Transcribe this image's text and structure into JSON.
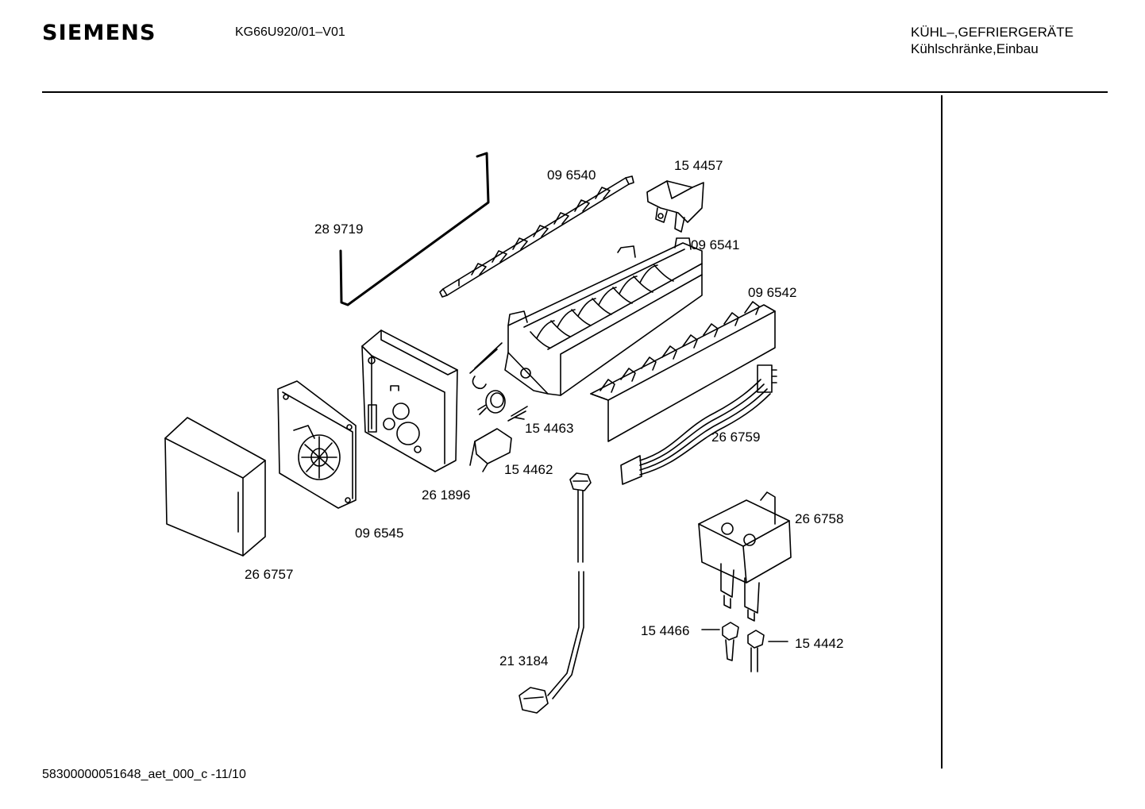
{
  "header": {
    "brand": "SIEMENS",
    "model": "KG66U920/01–V01",
    "category_line1": "KÜHL–,GEFRIERGERÄTE",
    "category_line2": "Kühlschränke,Einbau"
  },
  "footer": {
    "document_id": "58300000051648_aet_000_c",
    "revision": "-11/10"
  },
  "parts": {
    "p289719": "28 9719",
    "p096540": "09 6540",
    "p154457": "15 4457",
    "p096541": "09 6541",
    "p096542": "09 6542",
    "p154463": "15 4463",
    "p266759": "26 6759",
    "p154462": "15 4462",
    "p261896": "26 1896",
    "p096545": "09 6545",
    "p266757": "26 6757",
    "p266758": "26 6758",
    "p154466": "15 4466",
    "p154442": "15 4442",
    "p213184": "21 3184"
  }
}
